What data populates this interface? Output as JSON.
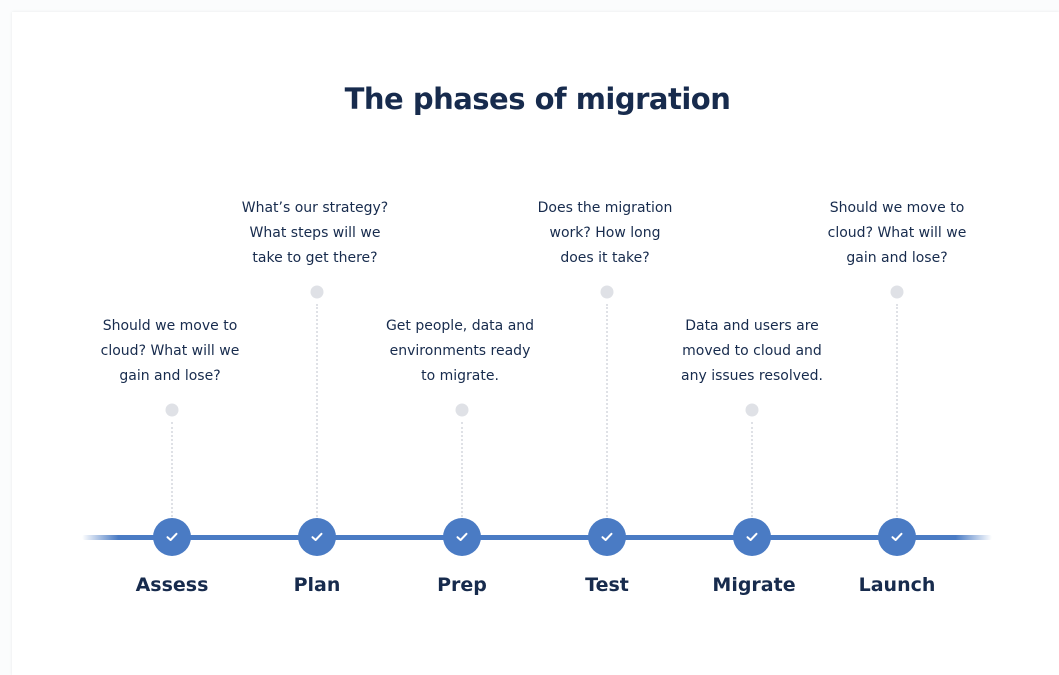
{
  "title": "The phases of migration",
  "colors": {
    "title_text": "#172b4d",
    "timeline_blue": "#4a7bc4",
    "dot_grey": "#dfe1e6"
  },
  "phases": [
    {
      "label": "Assess",
      "description": [
        "Should we move to",
        "cloud? What will we",
        "gain and lose?"
      ]
    },
    {
      "label": "Plan",
      "description": [
        "What’s our strategy?",
        "What steps will we",
        "take to get there?"
      ]
    },
    {
      "label": "Prep",
      "description": [
        "Get people, data and",
        "environments ready",
        "to migrate."
      ]
    },
    {
      "label": "Test",
      "description": [
        "Does the migration",
        "work? How long",
        "does it take?"
      ]
    },
    {
      "label": "Migrate",
      "description": [
        "Data and users are",
        "moved to cloud and",
        "any issues resolved."
      ]
    },
    {
      "label": "Launch",
      "description": [
        "Should we move to",
        "cloud? What will we",
        "gain and lose?"
      ]
    }
  ]
}
